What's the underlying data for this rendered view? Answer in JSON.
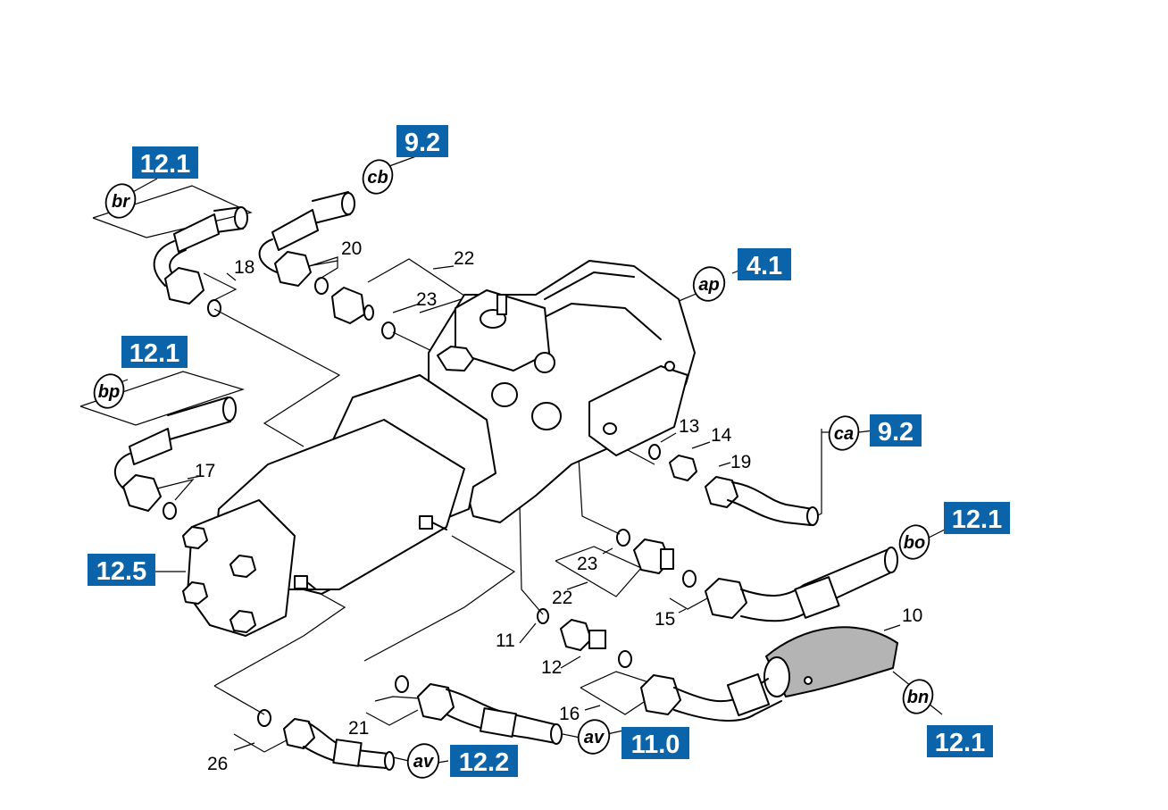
{
  "colors": {
    "badge": "#0b63a9",
    "badge_text": "#ffffff",
    "line": "#000000",
    "sleeve": "#b4b4b4"
  },
  "section_refs": [
    {
      "id": "br",
      "label": "12.1"
    },
    {
      "id": "cb",
      "label": "9.2"
    },
    {
      "id": "ap",
      "label": "4.1"
    },
    {
      "id": "bp",
      "label": "12.1"
    },
    {
      "id": "ca",
      "label": "9.2"
    },
    {
      "id": "bo",
      "label": "12.1"
    },
    {
      "id": "pump",
      "label": "12.5"
    },
    {
      "id": "bn",
      "label": "12.1"
    },
    {
      "id": "av_right",
      "label": "11.0"
    },
    {
      "id": "av_left",
      "label": "12.2"
    }
  ],
  "connection_tags": [
    {
      "id": "br",
      "label": "br"
    },
    {
      "id": "cb",
      "label": "cb"
    },
    {
      "id": "ap",
      "label": "ap"
    },
    {
      "id": "bp",
      "label": "bp"
    },
    {
      "id": "ca",
      "label": "ca"
    },
    {
      "id": "bo",
      "label": "bo"
    },
    {
      "id": "bn",
      "label": "bn"
    },
    {
      "id": "av_right",
      "label": "av"
    },
    {
      "id": "av_left",
      "label": "av"
    }
  ],
  "part_numbers": [
    {
      "id": "p18",
      "label": "18"
    },
    {
      "id": "p20",
      "label": "20"
    },
    {
      "id": "p22_top",
      "label": "22"
    },
    {
      "id": "p23_top",
      "label": "23"
    },
    {
      "id": "p17",
      "label": "17"
    },
    {
      "id": "p13",
      "label": "13"
    },
    {
      "id": "p14",
      "label": "14"
    },
    {
      "id": "p19",
      "label": "19"
    },
    {
      "id": "p23_mid",
      "label": "23"
    },
    {
      "id": "p22_mid",
      "label": "22"
    },
    {
      "id": "p15",
      "label": "15"
    },
    {
      "id": "p10",
      "label": "10"
    },
    {
      "id": "p11",
      "label": "11"
    },
    {
      "id": "p12",
      "label": "12"
    },
    {
      "id": "p16",
      "label": "16"
    },
    {
      "id": "p21",
      "label": "21"
    },
    {
      "id": "p26",
      "label": "26"
    }
  ]
}
